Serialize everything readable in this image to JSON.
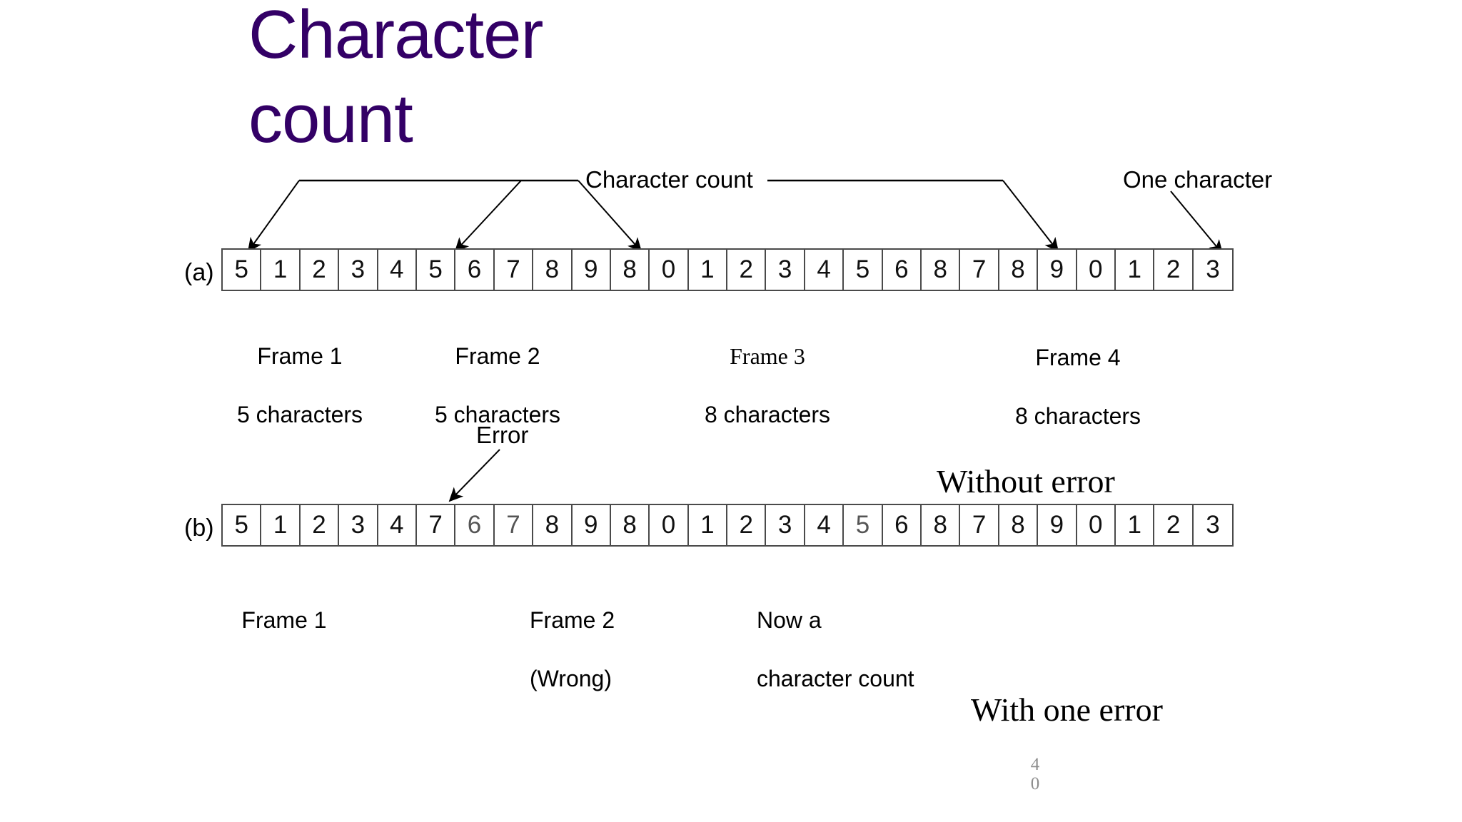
{
  "slide": {
    "title": "Character\ncount",
    "title_color": "#330066",
    "page_number": "4\n0"
  },
  "annotations": {
    "character_count": "Character count",
    "one_character": "One character",
    "error": "Error",
    "without_error": "Without error",
    "with_one_error": "With one error"
  },
  "rows": {
    "a": {
      "label": "(a)",
      "cells": [
        "5",
        "1",
        "2",
        "3",
        "4",
        "5",
        "6",
        "7",
        "8",
        "9",
        "8",
        "0",
        "1",
        "2",
        "3",
        "4",
        "5",
        "6",
        "8",
        "7",
        "8",
        "9",
        "0",
        "1",
        "2",
        "3"
      ],
      "styles": [
        "",
        "",
        "",
        "",
        "",
        "",
        "",
        "",
        "",
        "",
        "",
        "",
        "",
        "",
        "",
        "",
        "",
        "",
        "",
        "",
        "",
        "",
        "",
        "",
        "",
        ""
      ]
    },
    "b": {
      "label": "(b)",
      "cells": [
        "5",
        "1",
        "2",
        "3",
        "4",
        "7",
        "6",
        "7",
        "8",
        "9",
        "8",
        "0",
        "1",
        "2",
        "3",
        "4",
        "5",
        "6",
        "8",
        "7",
        "8",
        "9",
        "0",
        "1",
        "2",
        "3"
      ],
      "styles": [
        "",
        "",
        "",
        "",
        "",
        "",
        "grey",
        "grey",
        "",
        "",
        "",
        "",
        "",
        "",
        "",
        "",
        "grey",
        "",
        "",
        "",
        "",
        "",
        "",
        "",
        "",
        ""
      ]
    }
  },
  "frames_a": [
    {
      "name": "Frame 1",
      "count": "5 characters",
      "name_font": "sans",
      "count_font": "sans"
    },
    {
      "name": "Frame 2",
      "count": "5 characters",
      "name_font": "sans",
      "count_font": "sans"
    },
    {
      "name": "Frame 3",
      "count": "8 characters",
      "name_font": "serif",
      "count_font": "sans"
    },
    {
      "name": "Frame 4",
      "count": "8 characters",
      "name_font": "sans",
      "count_font": "sans"
    }
  ],
  "frames_b": [
    {
      "line1": "Frame 1",
      "line2": ""
    },
    {
      "line1": "Frame 2",
      "line2": "(Wrong)"
    },
    {
      "line1": "Now a",
      "line2": "character count"
    }
  ],
  "colors": {
    "title": "#330066",
    "cell_border": "#4a4a4a",
    "text": "#000000",
    "page_number": "#8d8d8d"
  }
}
